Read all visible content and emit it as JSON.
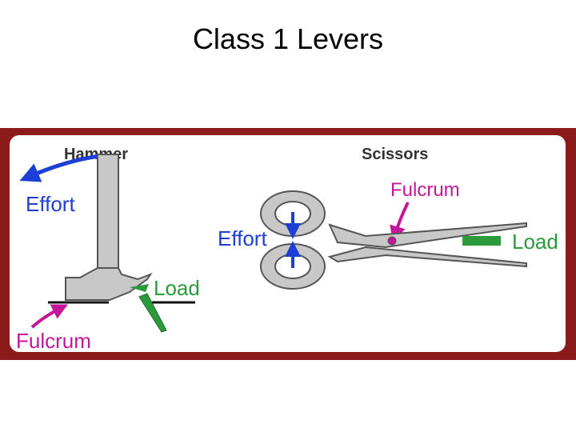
{
  "slide": {
    "title": "Class 1 Levers"
  },
  "diagram": {
    "hammer": {
      "heading": "Hammer",
      "effort_label": "Effort",
      "load_label": "Load",
      "fulcrum_label": "Fulcrum"
    },
    "scissors": {
      "heading": "Scissors",
      "fulcrum_label": "Fulcrum",
      "effort_label": "Effort",
      "load_label": "Load"
    }
  },
  "colors": {
    "panel_border": "#8b1a1a",
    "effort": "#1e3fd6",
    "fulcrum": "#c5169a",
    "load": "#2a9a3a",
    "metal": "#c8c8c8",
    "outline": "#555555",
    "heading": "#333333"
  }
}
